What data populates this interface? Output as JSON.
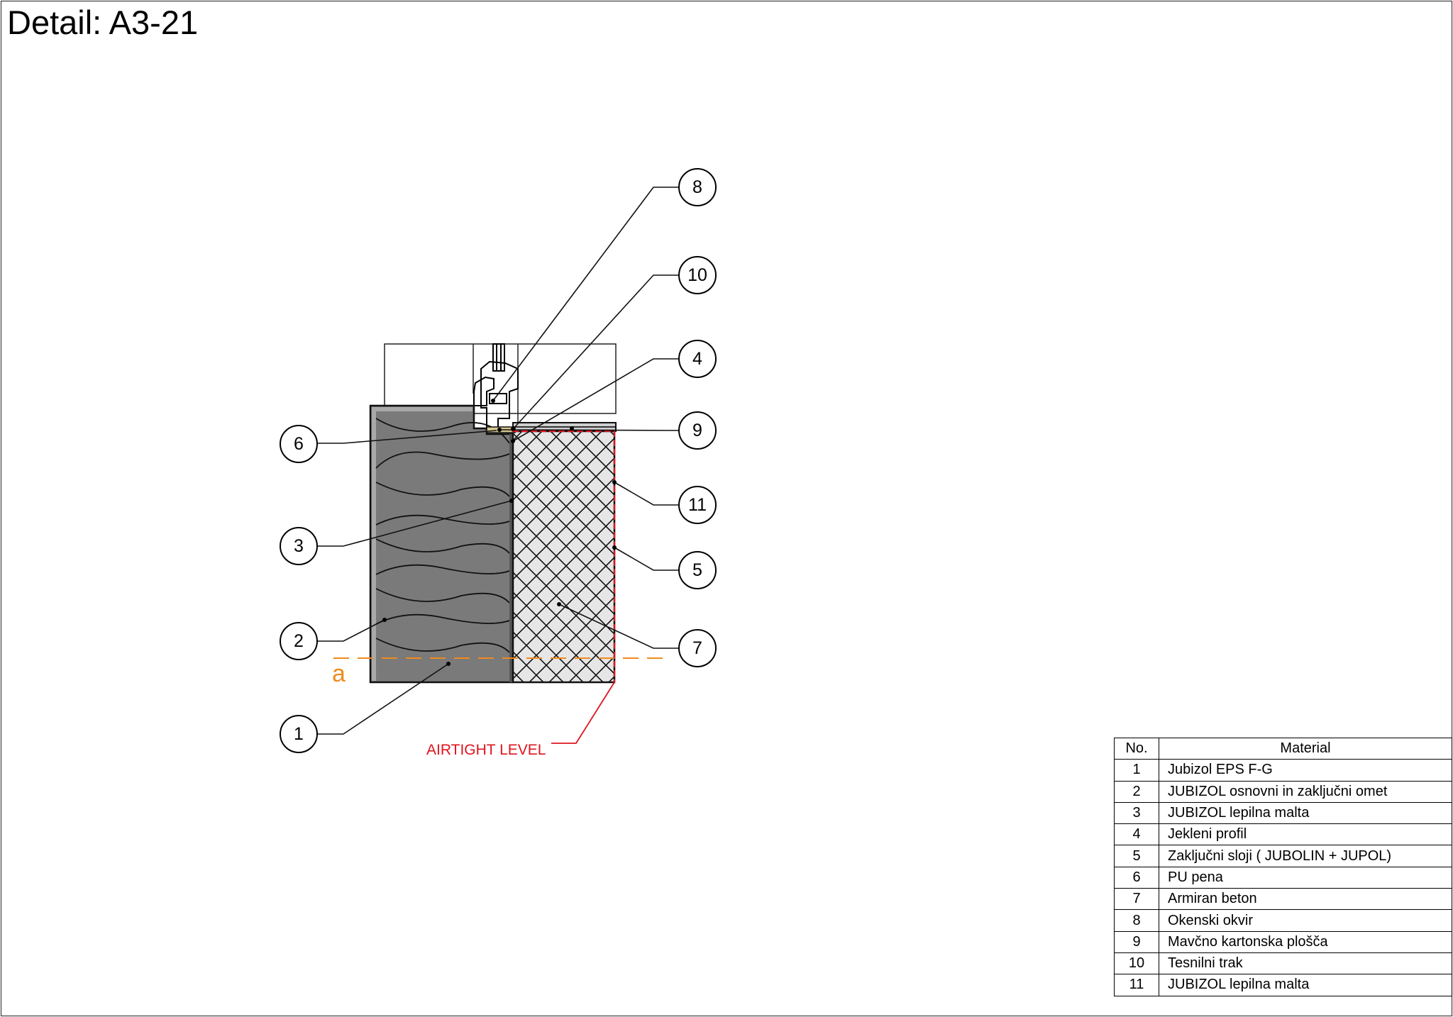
{
  "title": "Detail: A3-21",
  "labels": {
    "section_mark": "a",
    "airtight": "AIRTIGHT LEVEL"
  },
  "callouts": [
    "8",
    "10",
    "4",
    "9",
    "6",
    "11",
    "3",
    "5",
    "2",
    "7",
    "1"
  ],
  "legend": {
    "header_no": "No.",
    "header_material": "Material",
    "rows": [
      {
        "no": "1",
        "material": "Jubizol EPS F-G"
      },
      {
        "no": "2",
        "material": "JUBIZOL osnovni in zaključni omet"
      },
      {
        "no": "3",
        "material": "JUBIZOL lepilna malta"
      },
      {
        "no": "4",
        "material": "Jekleni profil"
      },
      {
        "no": "5",
        "material": "Zaključni sloji  ( JUBOLIN + JUPOL)"
      },
      {
        "no": "6",
        "material": "PU pena"
      },
      {
        "no": "7",
        "material": "Armiran beton"
      },
      {
        "no": "8",
        "material": "Okenski okvir"
      },
      {
        "no": "9",
        "material": "Mavčno kartonska plošča"
      },
      {
        "no": "10",
        "material": "Tesnilni trak"
      },
      {
        "no": "11",
        "material": "JUBIZOL lepilna malta"
      }
    ]
  },
  "colors": {
    "insulation": "#7a7a7a",
    "concrete": "#e6e6e6",
    "airtight": "#e0141e",
    "section_line": "#f08a1c",
    "foam": "#d8c890"
  }
}
